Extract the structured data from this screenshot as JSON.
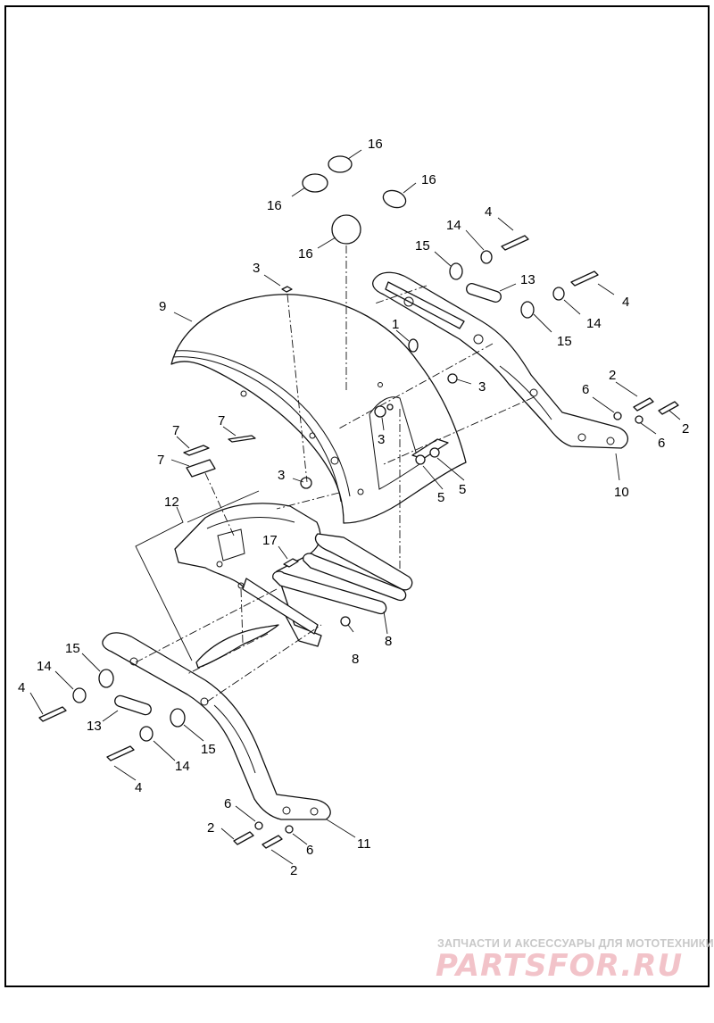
{
  "diagram": {
    "callouts": [
      {
        "id": "c16a",
        "text": "16"
      },
      {
        "id": "c16b",
        "text": "16"
      },
      {
        "id": "c16c",
        "text": "16"
      },
      {
        "id": "c16d",
        "text": "16"
      },
      {
        "id": "c3a",
        "text": "3"
      },
      {
        "id": "c9",
        "text": "9"
      },
      {
        "id": "c1",
        "text": "1"
      },
      {
        "id": "c3b",
        "text": "3"
      },
      {
        "id": "c3c",
        "text": "3"
      },
      {
        "id": "c3d",
        "text": "3"
      },
      {
        "id": "c4a",
        "text": "4"
      },
      {
        "id": "c14a",
        "text": "14"
      },
      {
        "id": "c15a",
        "text": "15"
      },
      {
        "id": "c13a",
        "text": "13"
      },
      {
        "id": "c4b",
        "text": "4"
      },
      {
        "id": "c14b",
        "text": "14"
      },
      {
        "id": "c15b",
        "text": "15"
      },
      {
        "id": "c2a",
        "text": "2"
      },
      {
        "id": "c6a",
        "text": "6"
      },
      {
        "id": "c2b",
        "text": "2"
      },
      {
        "id": "c6b",
        "text": "6"
      },
      {
        "id": "c10",
        "text": "10"
      },
      {
        "id": "c5a",
        "text": "5"
      },
      {
        "id": "c5b",
        "text": "5"
      },
      {
        "id": "c7a",
        "text": "7"
      },
      {
        "id": "c7b",
        "text": "7"
      },
      {
        "id": "c7c",
        "text": "7"
      },
      {
        "id": "c12",
        "text": "12"
      },
      {
        "id": "c17",
        "text": "17"
      },
      {
        "id": "c8a",
        "text": "8"
      },
      {
        "id": "c8b",
        "text": "8"
      },
      {
        "id": "c15c",
        "text": "15"
      },
      {
        "id": "c14c",
        "text": "14"
      },
      {
        "id": "c4c",
        "text": "4"
      },
      {
        "id": "c13b",
        "text": "13"
      },
      {
        "id": "c15d",
        "text": "15"
      },
      {
        "id": "c14d",
        "text": "14"
      },
      {
        "id": "c4d",
        "text": "4"
      },
      {
        "id": "c6c",
        "text": "6"
      },
      {
        "id": "c2c",
        "text": "2"
      },
      {
        "id": "c6d",
        "text": "6"
      },
      {
        "id": "c2d",
        "text": "2"
      },
      {
        "id": "c11",
        "text": "11"
      }
    ]
  },
  "watermark": {
    "caption": "ЗАПЧАСТИ И АКСЕССУАРЫ ДЛЯ МОТОТЕХНИКИ",
    "logo": "PARTSFOR.RU",
    "colors": {
      "caption": "#c8c8c8",
      "logo": "#f2c3c9"
    }
  }
}
